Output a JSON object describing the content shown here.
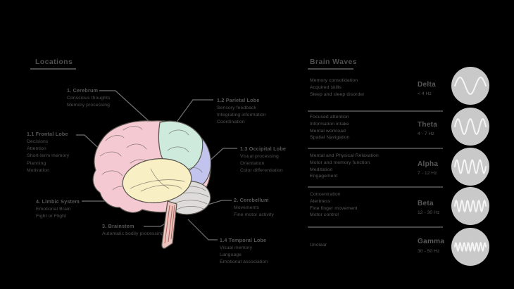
{
  "locations": {
    "title": "Locations",
    "labels": [
      {
        "id": "cerebrum",
        "title": "1. Cerebrum",
        "lines": [
          "Conscious thoughts",
          "Memory processing"
        ]
      },
      {
        "id": "frontal",
        "title": "1.1 Frontal Lobe",
        "lines": [
          "Decisions",
          "Attention",
          "Short-term memory",
          "Planning",
          "Motivation"
        ]
      },
      {
        "id": "parietal",
        "title": "1.2 Parietal Lobe",
        "lines": [
          "Sensory feedback",
          "Integrating information",
          "Coordination"
        ]
      },
      {
        "id": "occipital",
        "title": "1.3 Occipital Lobe",
        "lines": [
          "Visual processing",
          "Orientation",
          "Color differentiation"
        ]
      },
      {
        "id": "temporal",
        "title": "1.4 Temporal Lobe",
        "lines": [
          "Visual memory",
          "Language",
          "Emotional association"
        ]
      },
      {
        "id": "cerebellum",
        "title": "2. Cerebellum",
        "lines": [
          "Movements",
          "Fine motor activity"
        ]
      },
      {
        "id": "brainstem",
        "title": "3. Brainstem",
        "lines": [
          "Automatic bodily processing"
        ]
      },
      {
        "id": "limbic",
        "title": "4. Limbic System",
        "lines": [
          "Emotional Brain",
          "Fight or Flight"
        ]
      }
    ]
  },
  "brain_waves": {
    "title": "Brain Waves",
    "rows": [
      {
        "id": "delta",
        "name": "Delta",
        "freq": "< 4 Hz",
        "icon": "sine-wave",
        "icon_cycles": 1.5,
        "functions": [
          "Memory consolidation",
          "Acquired skills",
          "Sleep and sleep disorder"
        ]
      },
      {
        "id": "theta",
        "name": "Theta",
        "freq": "4 - 7 Hz",
        "icon": "sine-wave",
        "icon_cycles": 2.5,
        "functions": [
          "Focused attention",
          "Information intake",
          "Mental workload",
          "Spatial Navigation"
        ]
      },
      {
        "id": "alpha",
        "name": "Alpha",
        "freq": "7 - 12 Hz",
        "icon": "sine-wave",
        "icon_cycles": 4,
        "functions": [
          "Mental and Physical Relaxation",
          "Motor and memory function",
          "Meditation",
          "Engagement"
        ]
      },
      {
        "id": "beta",
        "name": "Beta",
        "freq": "12 - 30 Hz",
        "icon": "sine-wave",
        "icon_cycles": 5.5,
        "functions": [
          "Concentration",
          "Alertness",
          "Fine finger movement",
          "Motor control"
        ]
      },
      {
        "id": "gamma",
        "name": "Gamma",
        "freq": "30 - 50 Hz",
        "icon": "sine-wave",
        "icon_cycles": 7.5,
        "functions": [
          "Unclear"
        ]
      }
    ]
  },
  "colors": {
    "background": "#000000",
    "text": "#565656",
    "leader_line": "#707070",
    "wave_circle_fill": "#c9c9c9",
    "wave_stroke": "#f5f5f5",
    "brain": {
      "frontal": "#f4c9d1",
      "parietal": "#cdeadd",
      "occipital": "#c2c4ee",
      "temporal": "#f8efc4",
      "cerebellum": "#dedcda",
      "brainstem": "#eac5bf",
      "outline": "#57534b"
    }
  }
}
